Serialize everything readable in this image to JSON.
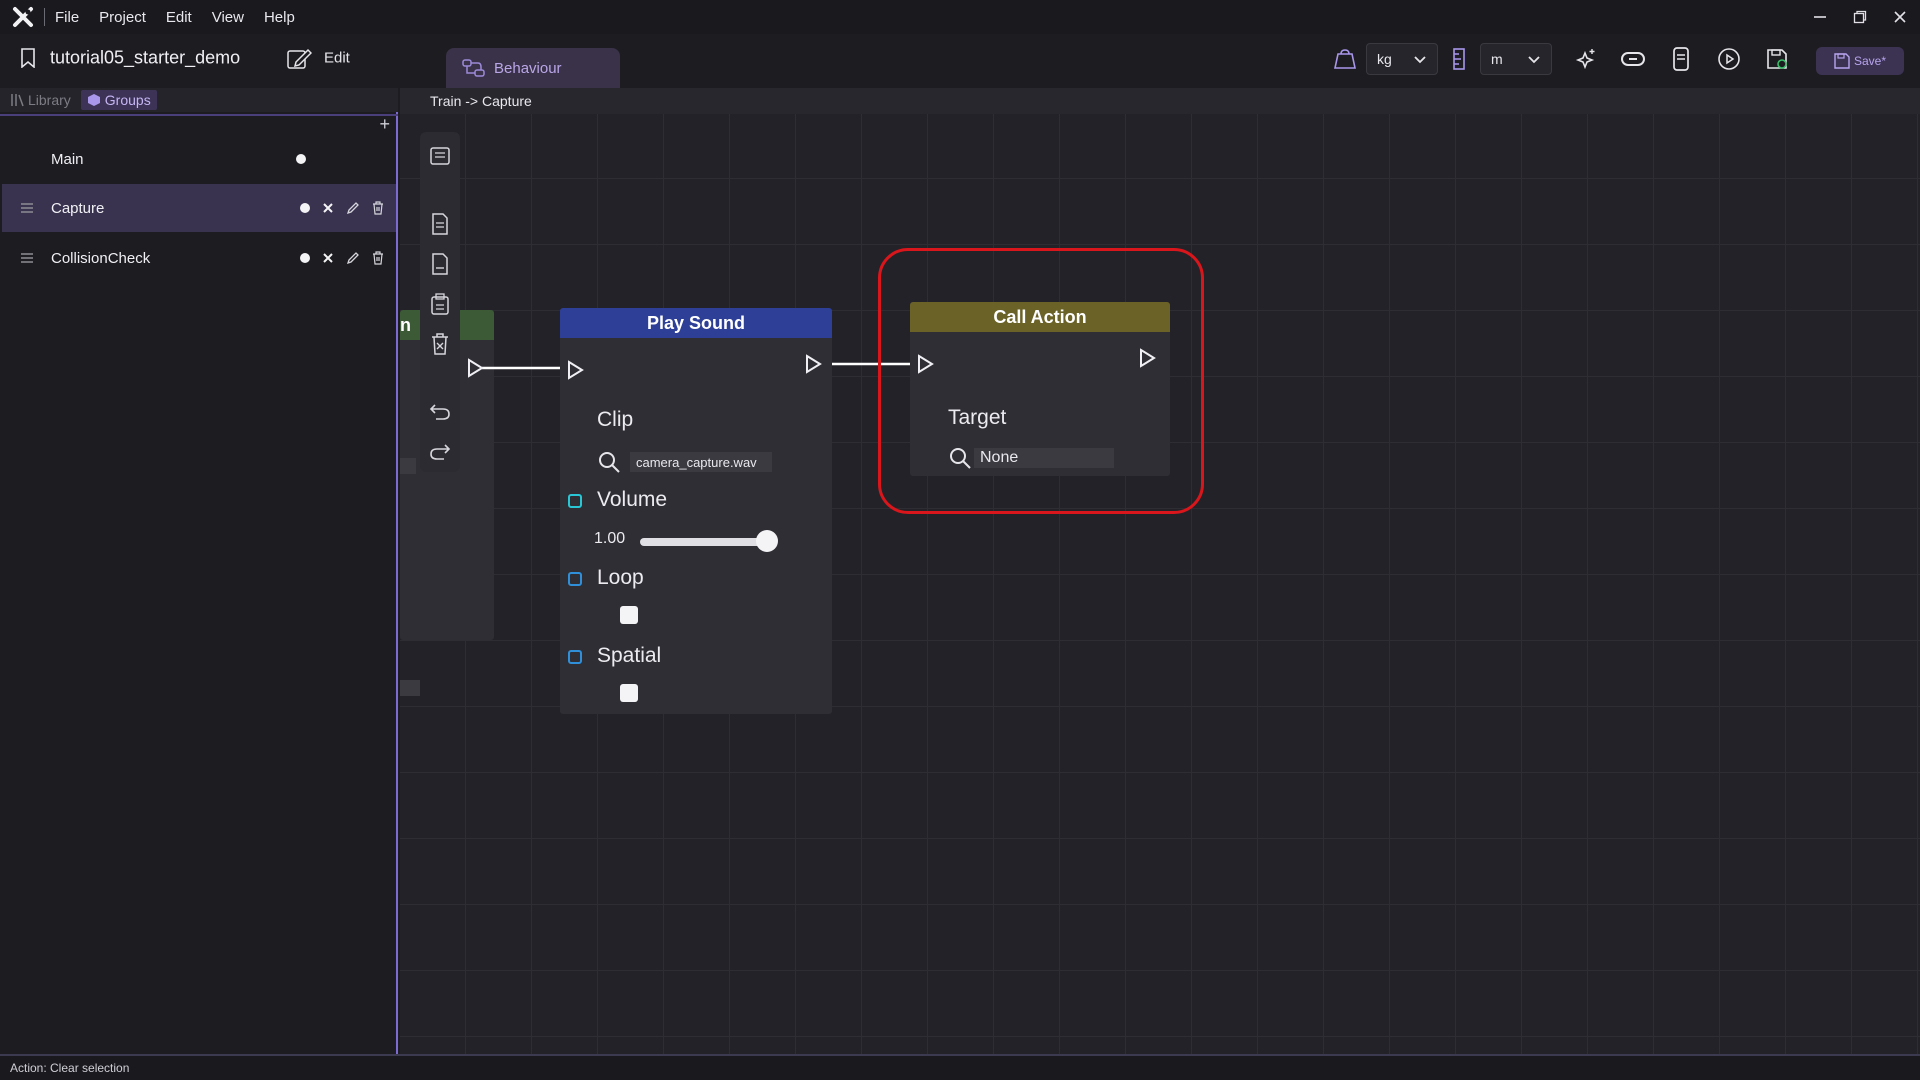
{
  "menubar": {
    "items": [
      "File",
      "Project",
      "Edit",
      "View",
      "Help"
    ]
  },
  "toolbar": {
    "project_name": "tutorial05_starter_demo",
    "edit_label": "Edit",
    "behaviour_tab": "Behaviour",
    "mass_unit": "kg",
    "length_unit": "m",
    "save_label": "Save*"
  },
  "sidebar": {
    "tabs": [
      "Library",
      "Groups"
    ],
    "add_label": "+",
    "groups": [
      {
        "label": "Main",
        "selected": false
      },
      {
        "label": "Capture",
        "selected": true
      },
      {
        "label": "CollisionCheck",
        "selected": false
      }
    ]
  },
  "canvas": {
    "breadcrumb": "Train -> Capture",
    "partial_node_label": "n",
    "play_sound": {
      "title": "Play Sound",
      "clip_label": "Clip",
      "clip_value": "camera_capture.wav",
      "volume_label": "Volume",
      "volume_value": "1.00",
      "volume_level": 1.0,
      "loop_label": "Loop",
      "spatial_label": "Spatial"
    },
    "call_action": {
      "title": "Call Action",
      "target_label": "Target",
      "target_value": "None"
    }
  },
  "status": {
    "text": "Action: Clear selection"
  },
  "colors": {
    "accent": "#7c6ad0",
    "play_sound_header": "#2e3f97",
    "call_action_header": "#6b6227",
    "highlight": "#d9161b",
    "left_node_header": "#3c5a35"
  }
}
